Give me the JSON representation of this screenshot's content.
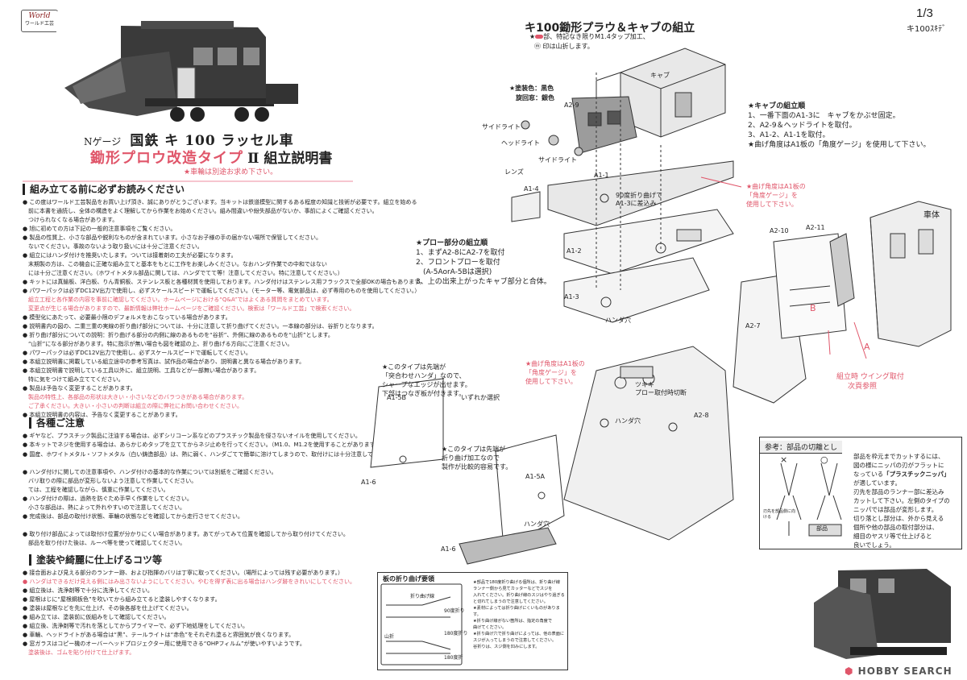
{
  "header": {
    "logo_top": "World",
    "logo_bottom": "ワールド工芸",
    "page_number": "1/3",
    "sheet_label": "キ100ｽｷﾃﾞ"
  },
  "title": {
    "prefix": "Nゲージ",
    "main": "国鉄 キ 100 ラッセル車",
    "sub_red": "鋤形プロウ改造タイプ",
    "sub_black": "Ⅱ 組立説明書",
    "note": "★車輪は別途お求め下さい。"
  },
  "section1": {
    "heading": "組み立てる前に必ずお読みください",
    "lines": [
      "● この度はワールド工芸製品をお買い上げ頂き、誠にありがとうございます。当キットは鉄道模型に関するある程度の知識と技術が必要です。組立を始める",
      "　前に本書を通読し、全体の構造をよく理解してから作業をお始めください。組み間違いや紛失部品がないか、事前によくご確認ください。",
      "　つけられなくなる場合があります。",
      "● 旭に初めての方は下記の一般的注意事項をご覧ください。",
      "● 製品の性質上、小さな部品や鋭利なものが含まれています。小さなお子様の手の届かない場所で保管してください。",
      "　ないでください。事故のないよう取り扱いには十分ご注意ください。",
      "● 組立にはハンダ付けを推奨いたします。ついては接着剤の工夫が必要になります。",
      "　末期製の方は、この機会に正確な組み立てと基本をもとに工作をお楽しみください。なおハンダ作業での中和ではない",
      "　には十分ご注意ください。（ホワイトメタル部品に関しては、ハンダでてて等！注意してください。特に注意してください。）",
      "● キットには真鍮板、洋白板、りん青銅板、ステンレス板と各種材質を使用しております。ハンダ付けはステンレス用フラックスで全部OKの場合もあります。",
      "● パワーパックは必ずDC12V出力で使用し、必ずスケールスピードで運転してください。（モーター等、電気部品は、必ず専用のものを使用してください。）",
      "　組立工程と各作業の内容を事前に確認してください。ホームページにおける“Q&A”ではよくある質問をまとめています。",
      "　変更点が生じる場合がありますので、最新情報は弊社ホームページをご確認ください。検索は「ワールド工芸」で検索ください。",
      "● 模型化にあたって、必要最小限のデフォルメをおこなっている場合があります。",
      "● 説明書内の図の、二重三重の実線の折り曲げ部分については、十分に注意して折り曲げてください。一本線の部分は、谷折りとなります。",
      "● 折り曲げ部分についての説明：折り曲げる部分の内側に線のあるものを“谷折”、外側に線のあるものを“山折”とします。",
      "　“山折”になる部分があります。特に指示が無い場合も図を確認の上、折り曲げる方向にご注意ください。",
      "● パワーパックは必ずDC12V出力で使用し、必ずスケールスピードで運転してください。",
      "● 本組立説明書に掲載している組立途中の参考写真は、試作品の場合があり、説明書と異なる場合があります。",
      "● 本組立説明書で説明している工具以外に、組立説明、工具などが一部無い場合があります。",
      "　特に気をつけて組み立ててください。",
      "● 製品は予告なく変更することがあります。",
      "　製品の特性上、各部品の形状は大きい・小さいなどのバラつきがある場合があります。",
      "　ご了承ください。大きい・小さいの判断は組立の際に弊社にお問い合わせください。",
      "● 本組立説明書の内容は、予告なく変更することがあります。"
    ],
    "red_line_indices": [
      11,
      12,
      22,
      23
    ]
  },
  "section2": {
    "heading": "各種ご注意",
    "lines": [
      "● ギヤなど、プラスチック製品に注油する場合は、必ずシリコーン系などのプラスチック製品を侵さないオイルを使用してください。",
      "● 本キットでネジを使用する場合は、あらかじめタップを立ててからネジ止めを行ってください。（M1.0、M1.2を使用することがあります。）",
      "",
      "● 国産、ホワイトメタル・ソフトメタル（白い鋳造部品）は、熱に弱く、ハンダごてで簡単に溶けてしまうので、取付けには十分注意してください。",
      "　",
      "● ハンダ付けに関しての注意事項や、ハンダ付けの基本的な作業については別紙をご確認ください。",
      "　バリ取りの際に部品が変形しないよう注意して作業してください。",
      "　ては、工程を確認しながら、慎重に作業してください。",
      "● ハンダ付けの際は、過熱を防ぐため手早く作業をしてください。",
      "　小さな部品は、熱によって外れやすいので注意してください。",
      "● 完成後は、部品の取付け状態、車輪の状態などを確認してから走行させてください。",
      "　",
      "● 取り付け部品によっては取付け位置が分かりにくい場合があります。あてがってみて位置を確認してから取り付けてください。",
      "　部品を取り付けた後は、ルーペ等を使って確認してください。"
    ]
  },
  "section3": {
    "heading": "塗装や綺麗に仕上げるコツ等",
    "lines": [
      "● 接合面および見える部分のランナー跡、および指揮のバリは丁寧に取ってください。（場所によっては残す必要があります。）",
      "● ハンダはできるだけ見える側にはみ出さないようにしてください。やむを得ず表に出る場合はハンダ跡をきれいにしてください。",
      "● 組立後は、洗浄剤等で十分に洗浄してください。",
      "● 屋根はじに“屋根鋼板色”を吹いてから組み立てると塗装しやすくなります。",
      "● 塗装は屋根などを先に仕上げ、その後各部を仕上げてください。",
      "● 組み立ては、塗装前に仮組みをして確認してください。",
      "● 組立後、洗浄剤等で汚れを落としてからプライマーで、必ず下地処理をしてください。",
      "● 車輪、ヘッドライトがある場合は“黒”、テールライトは“赤色”をそれぞれ塗ると雰囲気が良くなります。",
      "● 窓ガラスはコピー機のオーバーヘッドプロジェクター用に使用できる“OHPフィルム”が使いやすいようです。",
      "　塗装後は、ゴムを貼り付けて仕上げます。"
    ],
    "red_line_indices": [
      1,
      9
    ]
  },
  "assembly": {
    "title": "キ100鋤形プラウ＆キャブの組立",
    "legend_line1_prefix": "★",
    "legend_line1_text": "部、特記なき限りM1.4タップ加工、",
    "legend_line2": "ⓜ 印は山折します。",
    "paint_note_1": "★塗装色：黒色",
    "paint_note_2": "　旋回窓：銀色",
    "cab_label": "キャブ",
    "body_label": "車体",
    "part_labels": {
      "a2_9": "A2-9",
      "a1_1": "A1-1",
      "a1_4": "A1-4",
      "a1_2": "A1-2",
      "a1_3": "A1-3",
      "a1_5b": "A1-5B",
      "a1_5a": "A1-5A",
      "a1_6_top": "A1-6",
      "a1_6_bottom": "A1-6",
      "a2_7": "A2-7",
      "a2_8": "A2-8",
      "a2_10": "A2-10",
      "a2_11": "A2-11"
    },
    "side_light_1": "サイドライト",
    "side_light_2": "サイドライト",
    "headlight": "ヘッドライト",
    "lens": "レンズ",
    "fold_note_1": "90度折り曲げて",
    "fold_note_2": "A1-3に差込み",
    "solder_hole_1": "ハンダ穴",
    "solder_hole_2": "ハンダ穴",
    "solder_hole_3": "ハンダ穴",
    "cut_note_1": "ツキギ",
    "cut_note_2": "プロー取付時切断",
    "either_select": "いずれか選択",
    "point_b": "B",
    "point_a": "A",
    "red_angle_note_a": [
      "★曲げ角度はA1板の",
      "「角度ゲージ」を",
      "使用して下さい。"
    ],
    "red_angle_note_b": [
      "★曲げ角度はA1板の",
      "「角度ゲージ」を",
      "使用して下さい。"
    ],
    "wing_note": [
      "組立時 ウイング取付",
      "次頁参照"
    ],
    "type_note_1": [
      "★このタイプは先端が",
      "「突合わせハンダ」なので、",
      "シャープなエッジが出せます。",
      "下部はつなぎ板が付きます。"
    ],
    "type_note_2": [
      "★このタイプは先端が",
      "折り曲げ加工なので",
      "製作が比較的容易です。"
    ],
    "cab_procedure": {
      "heading": "★キャブの組立順",
      "steps": [
        "1、一番下面のA1-3に　キャブをかぶせ固定。",
        "2、A2-9＆ヘッドライトを取付。",
        "3、A1-2、A1-1を取付。",
        "★曲げ角度はA1板の「角度ゲージ」を使用して下さい。"
      ]
    },
    "plow_procedure": {
      "heading": "★プロー部分の組立順",
      "steps": [
        "1、まずA2-8にA2-7を取付",
        "2、フロントプローを取付",
        "　(A-5AorA-5Bは選択)",
        "3、上の出来上がったキャブ部分と合体。"
      ]
    }
  },
  "fold_diagram": {
    "title": "板の折り曲げ要領",
    "label_valley": "折り曲げ線",
    "label_90": "90度折り",
    "label_180": "180度折り",
    "label_mountain": "山折",
    "label_180b": "180度折",
    "notes": [
      "★部品で180度折り曲げる個所は、折り曲げ線",
      "ランナー側から見てカッターなどでスジを",
      "入れてください。折り曲げ線のスジはやり過ぎる",
      "と切れてしまうので注意してください。",
      "★素材によっては折り曲げにくいものがあります。",
      "★折り曲げ線がない箇所は、指定の角度で",
      "曲げてください。",
      "★折り曲げ穴で折り曲げによっては、他の表面に",
      "スジが入ってしまうので注意してください。",
      "谷折りは、スジ側を凹みにします。"
    ]
  },
  "reference": {
    "title": "参考：部品の切離とし",
    "x_mark": "×",
    "o_mark": "○",
    "part_label": "部品",
    "knife_note": "刃先を部品側に向ける",
    "lines": [
      "部品を枠元までカットするには、",
      "図の様にニッパの刃がフラットに",
      "なっている「プラスチックニッパ」",
      "が適しています。",
      "刃先を部品のランナー部に差込み",
      "カットして下さい。左側のタイプの",
      "ニッパでは部品が変形します。",
      "切り落とし部分は、外から見える",
      "個所や他の部品の取付部分は、",
      "細目のヤスリ等で仕上げると",
      "良いでしょう。"
    ],
    "bold_phrase": "「プラスチックニッパ」"
  },
  "watermark": "HOBBY SEARCH"
}
